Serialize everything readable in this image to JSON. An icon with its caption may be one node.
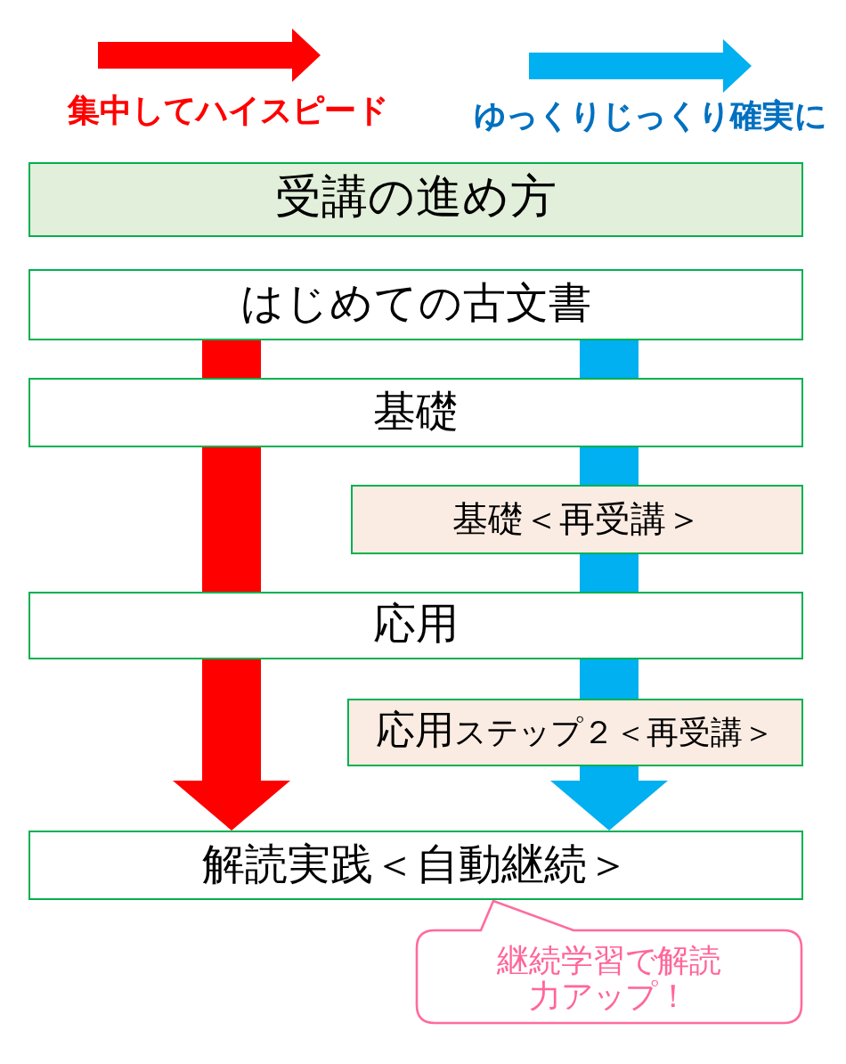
{
  "diagram": {
    "nodes": [
      {
        "text": [
          "受講の進め方"
        ]
      },
      {
        "text": [
          "はじめての古文書"
        ]
      },
      {
        "text": [
          "基礎"
        ]
      },
      {
        "text": [
          "基礎＜再受講＞"
        ]
      },
      {
        "text": [
          "応用"
        ]
      },
      {
        "text": [
          "応用",
          "ステップ２＜再受講＞"
        ]
      },
      {
        "text": [
          "解読実践＜自動継続＞"
        ]
      },
      {
        "text": [
          "継続学習で解読力アップ！"
        ]
      }
    ],
    "edges": [
      {
        "from": 1,
        "to": 2,
        "arrow": "none",
        "color": "#ff0000"
      },
      {
        "from": 2,
        "to": 4,
        "arrow": "none",
        "color": "#ff0000"
      },
      {
        "from": 4,
        "to": 6,
        "arrow": "to",
        "color": "#ff0000"
      },
      {
        "from": 1,
        "to": 2,
        "arrow": "none",
        "color": "#00b0f0"
      },
      {
        "from": 2,
        "to": 3,
        "arrow": "none",
        "color": "#00b0f0"
      },
      {
        "from": 3,
        "to": 4,
        "arrow": "none",
        "color": "#00b0f0"
      },
      {
        "from": 4,
        "to": 5,
        "arrow": "none",
        "color": "#00b0f0"
      },
      {
        "from": 5,
        "to": 6,
        "arrow": "to",
        "color": "#00b0f0"
      }
    ],
    "legend": [
      {
        "text": "集中してハイスピード",
        "color": "#ff0000"
      },
      {
        "text": "ゆっくりじっくり確実に",
        "color": "#00b0f0"
      }
    ]
  }
}
